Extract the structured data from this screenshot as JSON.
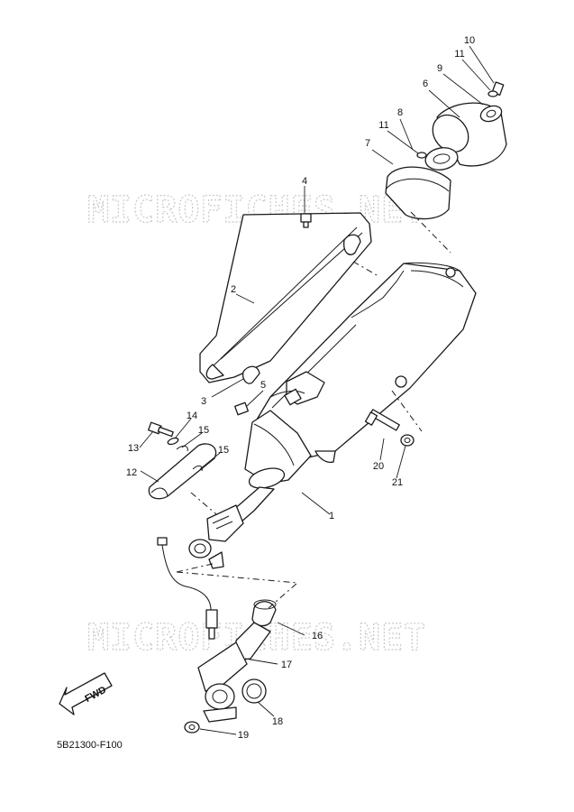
{
  "watermark": {
    "text": "MICROFICHES.NET"
  },
  "direction_arrow": {
    "label": "FWD"
  },
  "document": {
    "code": "5B21300-F100"
  },
  "callouts": [
    "1",
    "2",
    "3",
    "4",
    "5",
    "6",
    "7",
    "8",
    "9",
    "10",
    "11",
    "11",
    "12",
    "13",
    "14",
    "15",
    "15",
    "16",
    "17",
    "18",
    "19",
    "20",
    "21"
  ]
}
